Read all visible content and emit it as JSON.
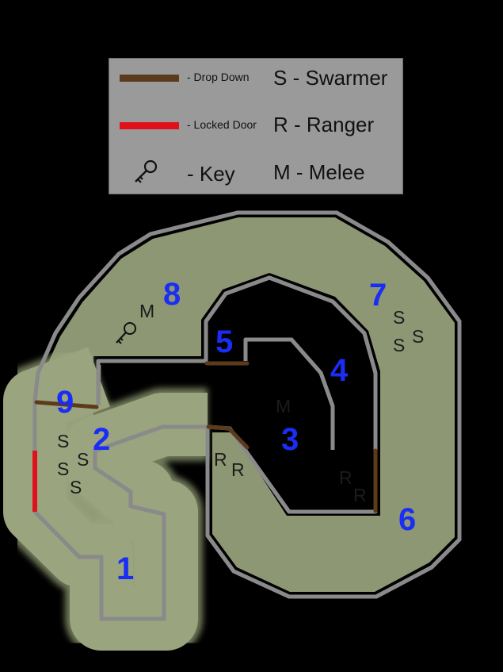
{
  "legend": {
    "drop_down": {
      "label": "- Drop Down",
      "color": "#5c3a1c"
    },
    "locked_door": {
      "label": "- Locked Door",
      "color": "#e0111a"
    },
    "key": {
      "label": "- Key",
      "icon": "key-icon"
    },
    "swarmer": "S - Swarmer",
    "ranger": "R - Ranger",
    "melee": "M - Melee"
  },
  "colors": {
    "background": "#000000",
    "floor": "#9aa47e",
    "wall": "#8a8a8a",
    "room_number": "#1a2df5"
  },
  "rooms": [
    "1",
    "2",
    "3",
    "4",
    "5",
    "6",
    "7",
    "8",
    "9"
  ],
  "enemies": {
    "room2": [
      "S",
      "S",
      "S",
      "S"
    ],
    "room3": [
      "M",
      "R",
      "R"
    ],
    "room4": [
      "R",
      "R"
    ],
    "room7": [
      "S",
      "S",
      "S"
    ],
    "room8": [
      "M"
    ]
  }
}
